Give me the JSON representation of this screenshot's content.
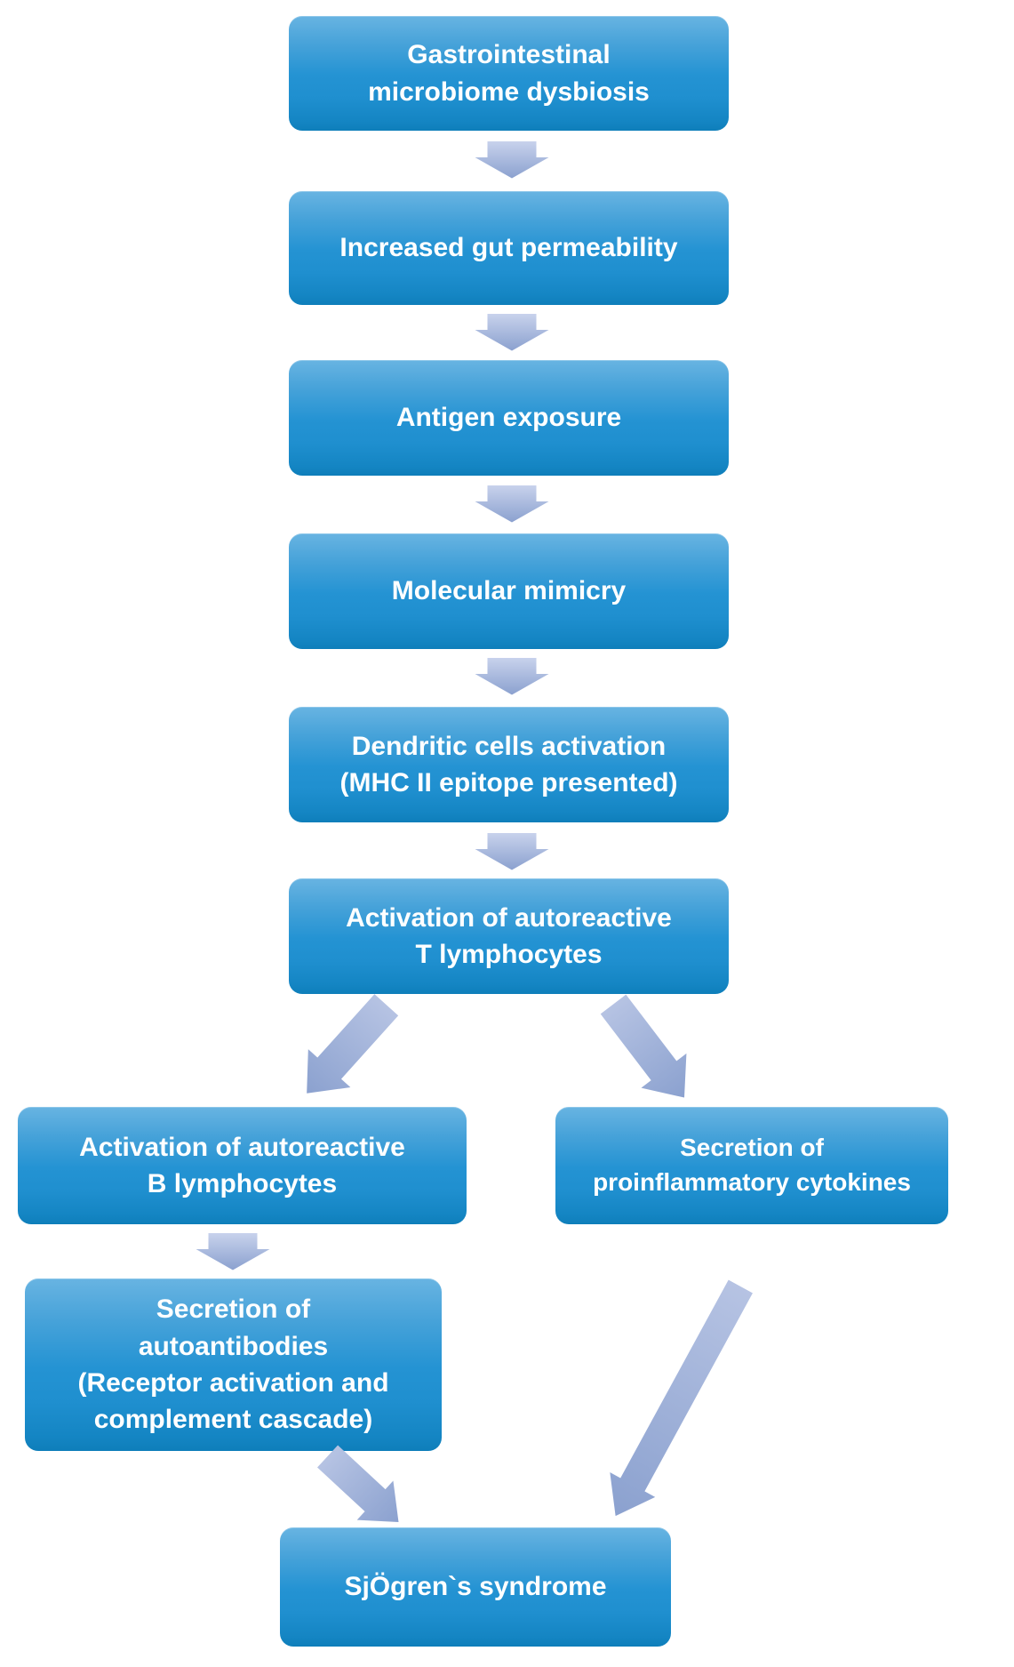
{
  "diagram": {
    "type": "flowchart",
    "background": "#ffffff",
    "colors": {
      "node_gradient_top": "#68b4e2",
      "node_gradient_bottom": "#0e7eba",
      "node_text": "#ffffff",
      "arrow_light": "#c8d2ec",
      "arrow_dark": "#8ba1cf"
    },
    "nodes": [
      {
        "id": "gastrointestinal-dysbiosis",
        "label": "Gastrointestinal\nmicrobiome dysbiosis"
      },
      {
        "id": "increased-gut-permeability",
        "label": "Increased gut permeability"
      },
      {
        "id": "antigen-exposure",
        "label": "Antigen exposure"
      },
      {
        "id": "molecular-mimicry",
        "label": "Molecular mimicry"
      },
      {
        "id": "dendritic-cells-activation",
        "label": "Dendritic cells activation\n(MHC II epitope presented)"
      },
      {
        "id": "activation-t-lymphocytes",
        "label": "Activation of autoreactive\nT lymphocytes"
      },
      {
        "id": "activation-b-lymphocytes",
        "label": "Activation of autoreactive\nB lymphocytes"
      },
      {
        "id": "secretion-proinflammatory-cytokines",
        "label": "Secretion of\nproinflammatory cytokines"
      },
      {
        "id": "secretion-autoantibodies",
        "label": "Secretion of\nautoantibodies\n(Receptor activation and\ncomplement cascade)"
      },
      {
        "id": "sjogrens-syndrome",
        "label": "SjÖgren`s syndrome"
      }
    ],
    "edges": [
      {
        "from": "gastrointestinal-dysbiosis",
        "to": "increased-gut-permeability"
      },
      {
        "from": "increased-gut-permeability",
        "to": "antigen-exposure"
      },
      {
        "from": "antigen-exposure",
        "to": "molecular-mimicry"
      },
      {
        "from": "molecular-mimicry",
        "to": "dendritic-cells-activation"
      },
      {
        "from": "dendritic-cells-activation",
        "to": "activation-t-lymphocytes"
      },
      {
        "from": "activation-t-lymphocytes",
        "to": "activation-b-lymphocytes"
      },
      {
        "from": "activation-t-lymphocytes",
        "to": "secretion-proinflammatory-cytokines"
      },
      {
        "from": "activation-b-lymphocytes",
        "to": "secretion-autoantibodies"
      },
      {
        "from": "secretion-autoantibodies",
        "to": "sjogrens-syndrome"
      },
      {
        "from": "secretion-proinflammatory-cytokines",
        "to": "sjogrens-syndrome"
      }
    ]
  }
}
